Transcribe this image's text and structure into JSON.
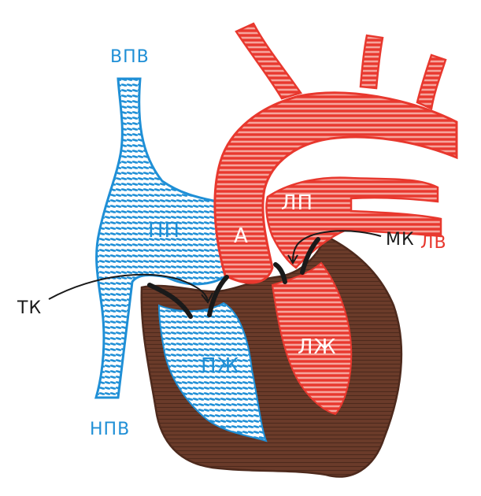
{
  "labels": {
    "svc": "ВПВ",
    "ivc": "НПВ",
    "ra": "ПП",
    "rv": "ПЖ",
    "aorta": "А",
    "la": "ЛП",
    "lv": "ЛЖ",
    "pv_upper": "ЛВ",
    "pv_lower": "ЛВ",
    "tricuspid": "ТК",
    "mitral": "МК"
  },
  "colors": {
    "venous": "#1f8fd6",
    "arterial": "#e8382e",
    "myocardium": "#6b3b2a",
    "valve": "#1a1a1a"
  }
}
